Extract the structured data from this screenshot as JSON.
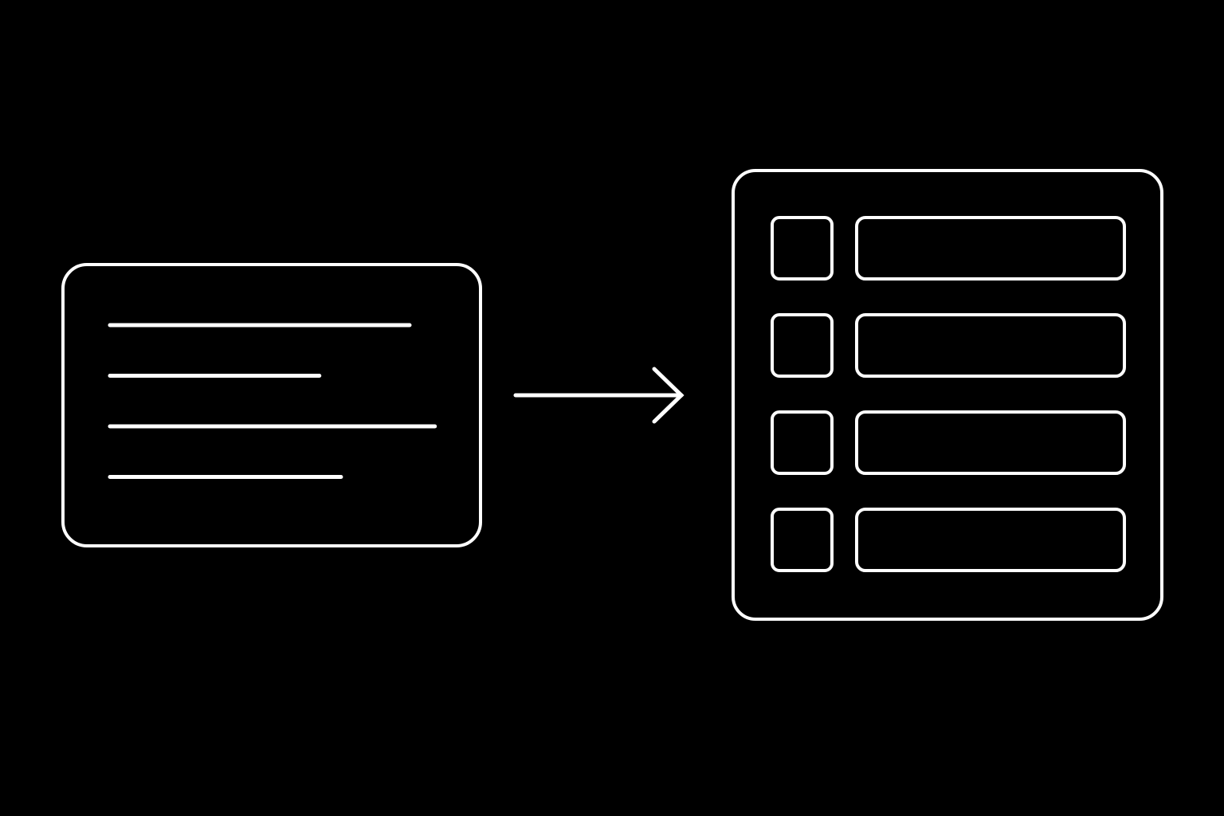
{
  "colors": {
    "background": "#000000",
    "stroke": "#ffffff"
  },
  "diagram": {
    "source": {
      "icon": "unstructured-text-document-icon",
      "text_line_count": 4,
      "text_line_relative_lengths": [
        0.83,
        0.58,
        0.9,
        0.64
      ]
    },
    "connector": {
      "icon": "arrow-right-icon"
    },
    "target": {
      "icon": "structured-list-icon",
      "row_count": 4
    }
  }
}
